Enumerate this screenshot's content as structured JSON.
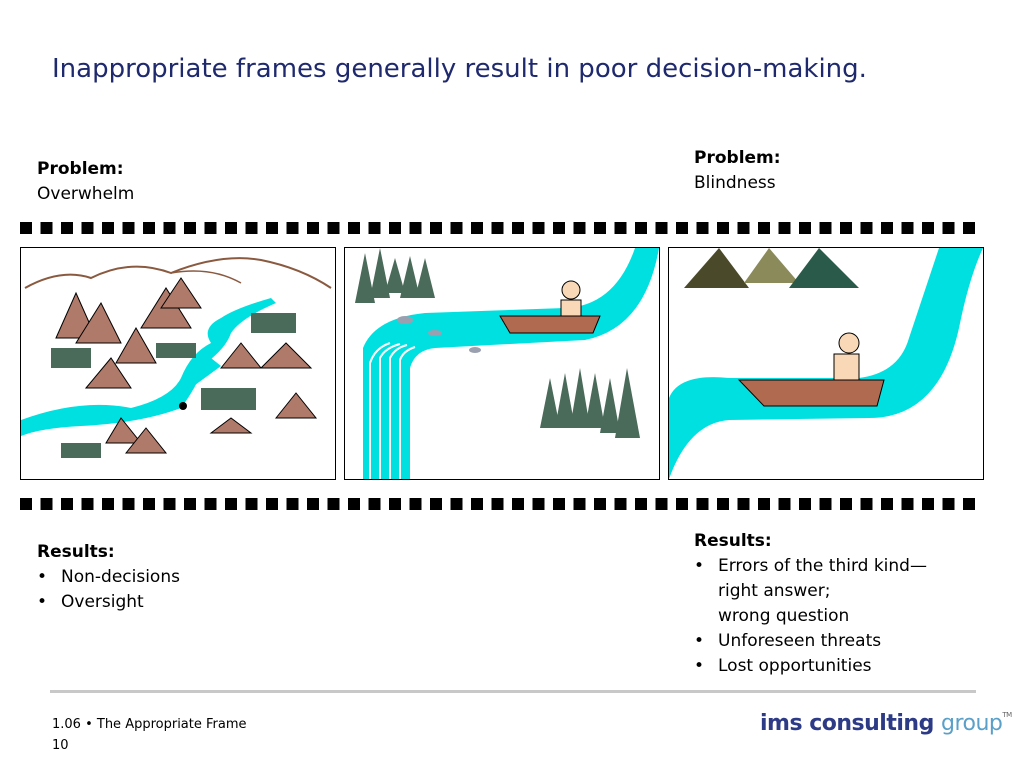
{
  "slide": {
    "title": "Inappropriate frames generally result in poor decision-making."
  },
  "problem_left": {
    "heading": "Problem:",
    "text": "Overwhelm"
  },
  "problem_right": {
    "heading": "Problem:",
    "text": "Blindness"
  },
  "results_left": {
    "heading": "Results:",
    "items": [
      "Non-decisions",
      "Oversight"
    ]
  },
  "results_right": {
    "heading": "Results:",
    "items": [
      {
        "lines": [
          "Errors of the third kind—",
          "right answer;",
          "wrong question"
        ]
      },
      {
        "lines": [
          "Unforeseen threats"
        ]
      },
      {
        "lines": [
          "Lost opportunities"
        ]
      }
    ]
  },
  "bullet_glyph": "•",
  "footer": {
    "section": "1.06 • The Appropriate Frame",
    "page": "10"
  },
  "logo": {
    "part1": "ims",
    "part2": "consulting",
    "part3": "group",
    "tm": "TM"
  },
  "colors": {
    "title": "#1f2a6e",
    "river": "#00e0e0",
    "boat": "#b06a50",
    "mountain": "#b07a6a"
  },
  "icons": [
    "film-strip-icon",
    "mountains-icon",
    "river-icon",
    "boat-icon",
    "person-icon",
    "forest-icon",
    "waterfall-icon"
  ]
}
